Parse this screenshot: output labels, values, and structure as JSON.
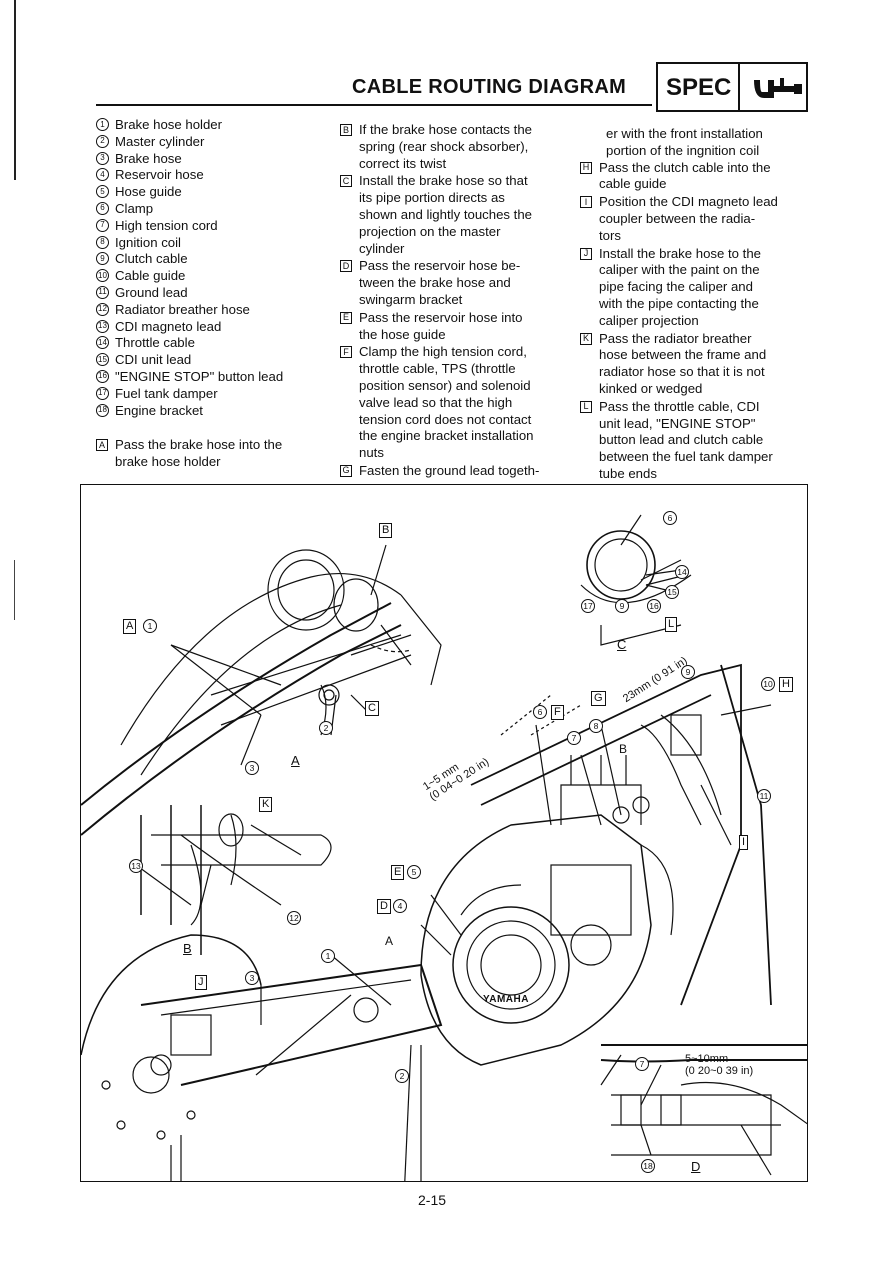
{
  "header": {
    "title": "CABLE ROUTING DIAGRAM",
    "badge": "SPEC"
  },
  "legend": [
    {
      "num": "1",
      "label": "Brake hose holder"
    },
    {
      "num": "2",
      "label": "Master cylinder"
    },
    {
      "num": "3",
      "label": "Brake hose"
    },
    {
      "num": "4",
      "label": "Reservoir hose"
    },
    {
      "num": "5",
      "label": "Hose guide"
    },
    {
      "num": "6",
      "label": "Clamp"
    },
    {
      "num": "7",
      "label": "High tension cord"
    },
    {
      "num": "8",
      "label": "Ignition coil"
    },
    {
      "num": "9",
      "label": "Clutch cable"
    },
    {
      "num": "10",
      "label": "Cable guide"
    },
    {
      "num": "11",
      "label": "Ground lead"
    },
    {
      "num": "12",
      "label": "Radiator breather hose"
    },
    {
      "num": "13",
      "label": "CDI magneto lead"
    },
    {
      "num": "14",
      "label": "Throttle cable"
    },
    {
      "num": "15",
      "label": "CDI unit lead"
    },
    {
      "num": "16",
      "label": "\"ENGINE STOP\" button lead"
    },
    {
      "num": "17",
      "label": "Fuel tank damper"
    },
    {
      "num": "18",
      "label": "Engine bracket"
    }
  ],
  "notes_col1": [
    {
      "letter": "A",
      "text": "Pass the brake hose into the\nbrake hose holder"
    }
  ],
  "notes_col2": [
    {
      "letter": "B",
      "text": "If the brake hose contacts the\nspring (rear shock absorber),\ncorrect its twist"
    },
    {
      "letter": "C",
      "text": "Install the brake hose so that\nits pipe portion directs as\nshown and lightly touches the\nprojection on the master\ncylinder"
    },
    {
      "letter": "D",
      "text": "Pass the reservoir hose be-\ntween the brake hose and\nswingarm bracket"
    },
    {
      "letter": "E",
      "text": "Pass the reservoir hose into\nthe hose guide"
    },
    {
      "letter": "F",
      "text": "Clamp the high tension cord,\nthrottle cable, TPS (throttle\nposition sensor) and solenoid\nvalve lead so that the high\ntension cord does not contact\nthe engine bracket installation\nnuts"
    },
    {
      "letter": "G",
      "text": "Fasten the ground lead togeth-"
    }
  ],
  "col3_continuation": "er with the front installation\nportion of the ingnition coil",
  "notes_col3": [
    {
      "letter": "H",
      "text": "Pass the clutch cable into the\ncable guide"
    },
    {
      "letter": "I",
      "text": "Position the CDI magneto lead\ncoupler between the radia-\ntors"
    },
    {
      "letter": "J",
      "text": "Install the brake hose to the\ncaliper with the paint on the\npipe facing the caliper and\nwith the pipe contacting the\ncaliper projection"
    },
    {
      "letter": "K",
      "text": "Pass the radiator breather\nhose between the frame and\nradiator hose so that it is not\nkinked or wedged"
    },
    {
      "letter": "L",
      "text": "Pass the throttle cable, CDI\nunit lead, \"ENGINE STOP\"\nbutton lead and clutch cable\nbetween the fuel tank damper\ntube ends"
    }
  ],
  "diagram": {
    "view_a": "A",
    "view_b": "B",
    "view_c": "C",
    "view_d": "D",
    "dim_1": "1~5 mm",
    "dim_1_in": "(0 04~0 20 in)",
    "dim_2": "23mm",
    "dim_2_in": "(0 91 in)",
    "dim_3": "5~10mm",
    "dim_3_in": "(0 20~0 39 in)",
    "engine_brand": "YAMAHA",
    "arrow_a": "A",
    "arrow_b": "B"
  },
  "footer": {
    "page_number": "2-15"
  }
}
